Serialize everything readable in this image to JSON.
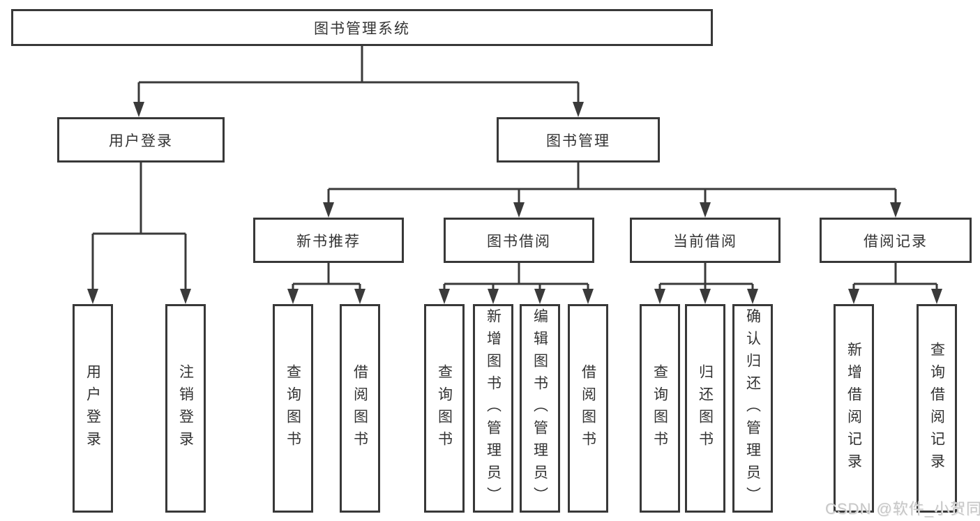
{
  "diagram": {
    "line_color": "#3a3a3a",
    "box_background": "#ffffff",
    "text_color": "#333333",
    "nodes": {
      "root": {
        "label": "图书管理系统"
      },
      "user_login": {
        "label": "用户登录",
        "children": [
          {
            "label": "用户登录"
          },
          {
            "label": "注销登录"
          }
        ]
      },
      "book_management": {
        "label": "图书管理",
        "children": [
          {
            "label": "新书推荐",
            "children": [
              {
                "label": "查询图书"
              },
              {
                "label": "借阅图书"
              }
            ]
          },
          {
            "label": "图书借阅",
            "children": [
              {
                "label": "查询图书"
              },
              {
                "label": "新增图书（管理员）"
              },
              {
                "label": "编辑图书（管理员）"
              },
              {
                "label": "借阅图书"
              }
            ]
          },
          {
            "label": "当前借阅",
            "children": [
              {
                "label": "查询图书"
              },
              {
                "label": "归还图书"
              },
              {
                "label": "确认归还（管理员）"
              }
            ]
          },
          {
            "label": "借阅记录",
            "children": [
              {
                "label": "新增借阅记录"
              },
              {
                "label": "查询借阅记录"
              }
            ]
          }
        ]
      }
    }
  },
  "watermark": {
    "text": "CSDN @软件_小贺同学",
    "color": "#c7c7c7"
  }
}
